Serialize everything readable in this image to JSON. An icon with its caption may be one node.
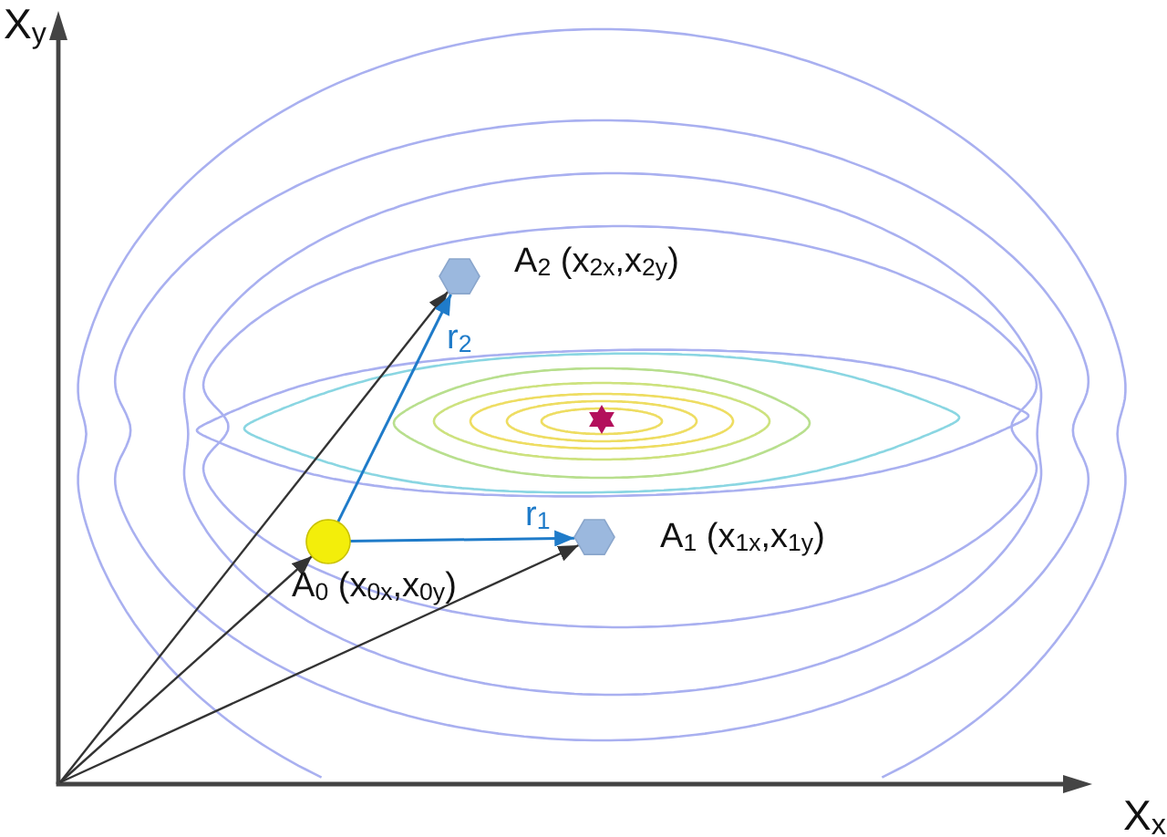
{
  "diagram": {
    "nodes": [
      {
        "text": [],
        "shape": "hexagon",
        "beside": [
          "A$_{2}$ (x$_{2x}$,x$_{2y}$)"
        ]
      },
      {
        "text": [],
        "shape": "circle",
        "beside": [
          "A$_{0}$ (x$_{0x}$,x$_{0y}$)"
        ]
      },
      {
        "text": [],
        "shape": "hexagon",
        "beside": [
          "A$_{1}$ (x$_{1x}$,x$_{1y}$)"
        ]
      }
    ],
    "edges": [
      {
        "from": null,
        "to": 0,
        "arrow": "to"
      },
      {
        "from": null,
        "to": 1,
        "arrow": "to"
      },
      {
        "from": null,
        "to": 2,
        "arrow": "to"
      },
      {
        "from": 1,
        "to": 0,
        "arrow": "to",
        "label": "r$_{2}$",
        "color": "#1f7bc9"
      },
      {
        "from": 1,
        "to": 2,
        "arrow": "to",
        "label": "r$_{1}$",
        "color": "#1f7bc9"
      }
    ],
    "labels": [
      "X$_{y}$",
      "X$_{x}$"
    ]
  }
}
